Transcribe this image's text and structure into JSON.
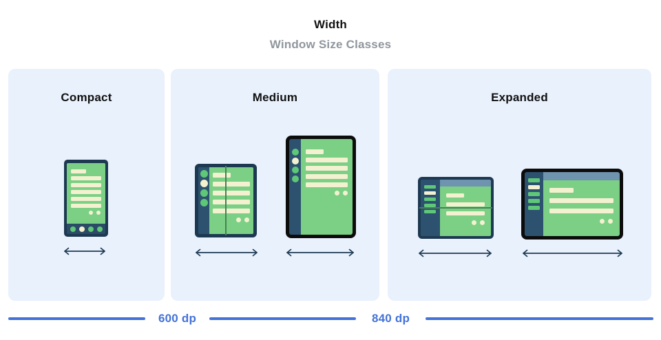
{
  "header": {
    "title": "Width",
    "subtitle": "Window Size Classes"
  },
  "panels": [
    {
      "id": "compact",
      "label": "Compact",
      "devices": [
        "phone-portrait"
      ]
    },
    {
      "id": "medium",
      "label": "Medium",
      "devices": [
        "foldable-portrait",
        "tablet-portrait"
      ]
    },
    {
      "id": "expanded",
      "label": "Expanded",
      "devices": [
        "foldable-landscape",
        "tablet-landscape"
      ]
    }
  ],
  "ruler": {
    "labels": [
      {
        "text": "600 dp"
      },
      {
        "text": "840 dp"
      }
    ]
  },
  "colors": {
    "panel_bg": "#E9F1FC",
    "frame_navy": "#1D3951",
    "rail_navy": "#2D5270",
    "navbar_navy": "#2B4B66",
    "screen_green": "#7BD085",
    "accent_green": "#5FC778",
    "cream": "#F4F1D1",
    "topbar_blue": "#6F94B0",
    "fold_green": "#458254",
    "frame_black": "#0C0C0C",
    "arrow_navy": "#1C3A54",
    "ruler_blue": "#4372D8",
    "title_color": "#111111",
    "subtitle_gray": "#8F969D"
  }
}
